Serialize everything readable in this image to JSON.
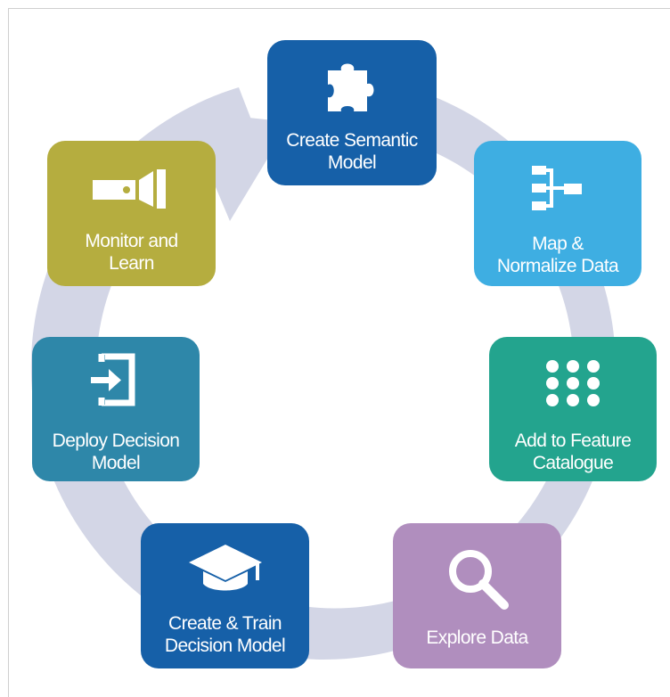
{
  "colors": {
    "ring": "#d3d6e6",
    "create_semantic_model": "#1660a8",
    "map_normalize": "#3eaee2",
    "feature_catalogue": "#23a48e",
    "explore_data": "#b08ebe",
    "create_train": "#1660a8",
    "deploy": "#2e87a9",
    "monitor": "#b5ad3f"
  },
  "steps": [
    {
      "label": "Create Semantic\nModel",
      "icon": "puzzle-icon"
    },
    {
      "label": "Map &\nNormalize Data",
      "icon": "hierarchy-icon"
    },
    {
      "label": "Add to Feature\nCatalogue",
      "icon": "grid-dots-icon"
    },
    {
      "label": "Explore Data",
      "icon": "search-icon"
    },
    {
      "label": "Create & Train\nDecision Model",
      "icon": "graduation-cap-icon"
    },
    {
      "label": "Deploy Decision\nModel",
      "icon": "login-icon"
    },
    {
      "label": "Monitor and\nLearn",
      "icon": "projector-icon"
    }
  ]
}
